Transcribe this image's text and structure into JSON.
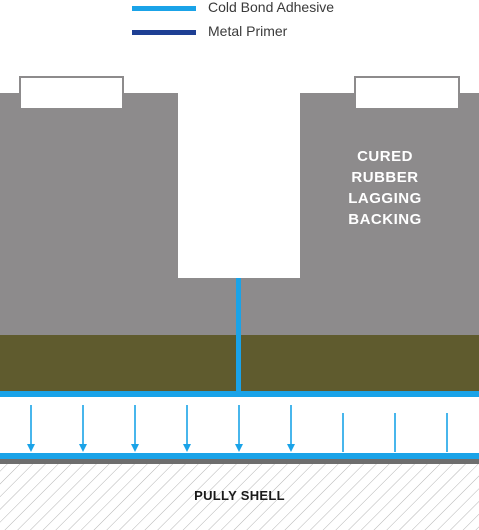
{
  "legend": {
    "items": [
      {
        "label": "Cold Bond Adhesive",
        "color": "#1aa3e8"
      },
      {
        "label": "Metal Primer",
        "color": "#1e3f94"
      }
    ]
  },
  "labels": {
    "backing": [
      "CURED",
      "RUBBER",
      "LAGGING",
      "BACKING"
    ],
    "shell": "PULLY SHELL"
  },
  "colors": {
    "rubber_backing": "#8d8b8c",
    "bonding_layer": "#5f5b2e",
    "adhesive": "#1aa3e8",
    "primer": "#1e3f94",
    "shell_hatch": "#b5b5b5",
    "shell_border": "#6e6e6e"
  },
  "pressure_arrows": {
    "with_head": 6,
    "without_head": 3
  }
}
